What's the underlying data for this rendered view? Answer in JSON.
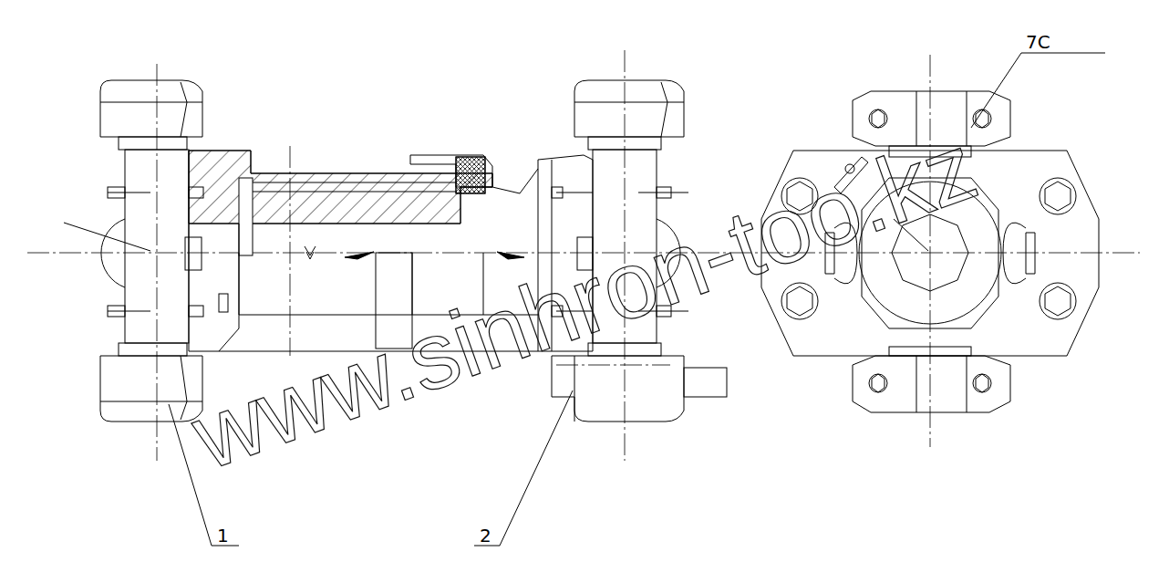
{
  "diagram": {
    "labels": [
      "7C",
      "1",
      "2",
      "www.sinhron-too.kz"
    ]
  }
}
